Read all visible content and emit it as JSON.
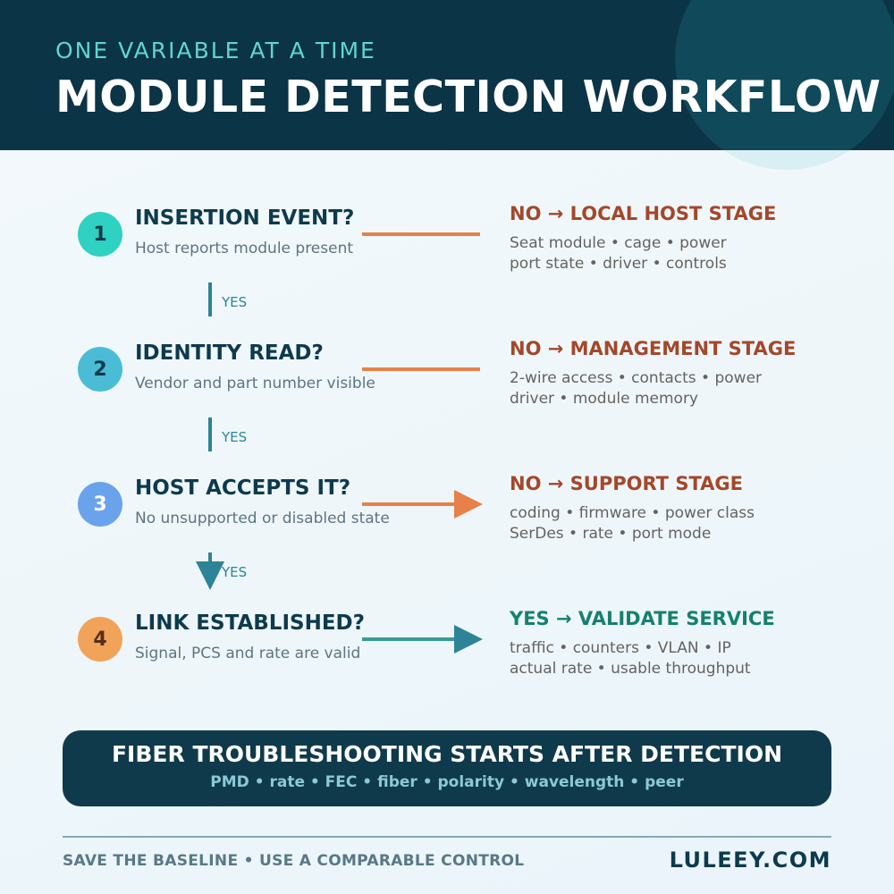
{
  "header": {
    "kicker": "ONE VARIABLE AT A TIME",
    "title": "MODULE DETECTION WORKFLOW"
  },
  "steps": [
    {
      "number": "1",
      "question": "INSERTION EVENT?",
      "description": "Host reports module present",
      "circle_color": "#2ed1c2",
      "number_color": "#0d3a4d",
      "outcome": {
        "heading": "NO → LOCAL HOST STAGE",
        "lines": [
          "Seat module • cage • power",
          "port state • driver • controls"
        ],
        "color": "#a4472a"
      },
      "yes_label": "YES"
    },
    {
      "number": "2",
      "question": "IDENTITY READ?",
      "description": "Vendor and part number visible",
      "circle_color": "#4bbcd6",
      "number_color": "#0d3a4d",
      "outcome": {
        "heading": "NO → MANAGEMENT STAGE",
        "lines": [
          "2-wire access • contacts • power",
          "driver • module memory"
        ],
        "color": "#a4472a"
      },
      "yes_label": "YES"
    },
    {
      "number": "3",
      "question": "HOST ACCEPTS IT?",
      "description": "No unsupported or disabled state",
      "circle_color": "#6aa3ec",
      "number_color": "#ffffff",
      "outcome": {
        "heading": "NO → SUPPORT STAGE",
        "lines": [
          "coding • firmware • power class",
          "SerDes • rate • port mode"
        ],
        "color": "#a4472a"
      },
      "yes_label": "YES"
    },
    {
      "number": "4",
      "question": "LINK ESTABLISHED?",
      "description": "Signal, PCS and rate are valid",
      "circle_color": "#f2a35a",
      "number_color": "#5a2d14",
      "outcome": {
        "heading": "YES → VALIDATE SERVICE",
        "lines": [
          "traffic • counters • VLAN • IP",
          "actual rate • usable throughput"
        ],
        "color": "#158070"
      }
    }
  ],
  "colors": {
    "no_connector": "#e8804a",
    "yes_connector": "#3a9a9a",
    "down_connector": "#2d8497"
  },
  "banner": {
    "title": "FIBER TROUBLESHOOTING STARTS AFTER DETECTION",
    "subtitle": "PMD • rate • FEC • fiber • polarity • wavelength • peer"
  },
  "footer": {
    "left": "SAVE THE BASELINE • USE A COMPARABLE CONTROL",
    "right": "LULEEY.COM"
  }
}
